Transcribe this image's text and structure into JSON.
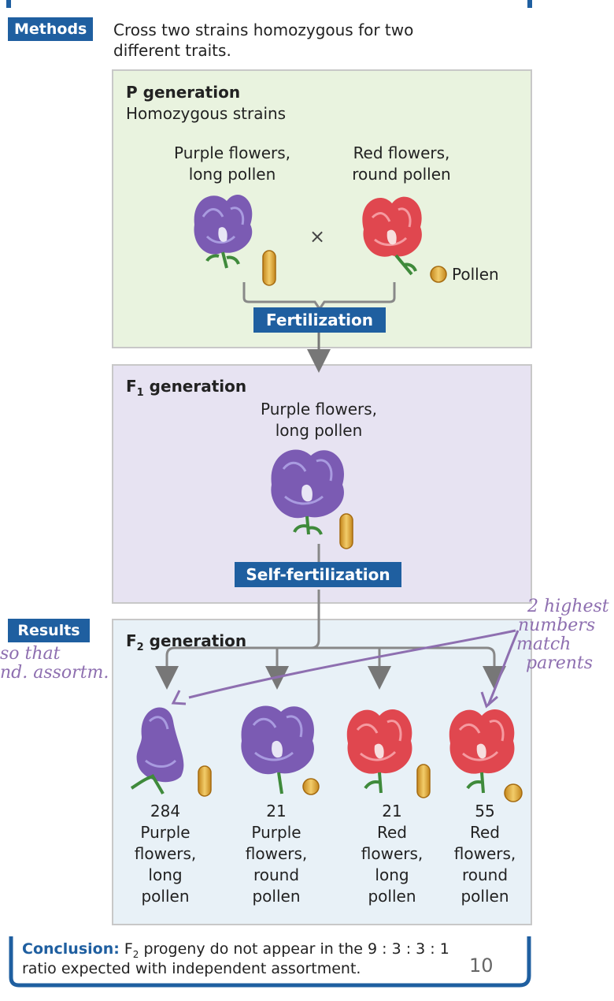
{
  "methods": {
    "tag": "Methods",
    "text_line1": "Cross two strains homozygous for two",
    "text_line2": "different traits."
  },
  "p_generation": {
    "title": "P generation",
    "subtitle": "Homozygous strains",
    "parent1_line1": "Purple flowers,",
    "parent1_line2": "long pollen",
    "parent2_line1": "Red flowers,",
    "parent2_line2": "round pollen",
    "cross_symbol": "×",
    "pollen_label": "Pollen",
    "fertilization_label": "Fertilization"
  },
  "f1_generation": {
    "title_prefix": "F",
    "title_sub": "1",
    "title_suffix": " generation",
    "pheno_line1": "Purple flowers,",
    "pheno_line2": "long pollen",
    "self_fert_label": "Self-fertilization"
  },
  "results": {
    "tag": "Results",
    "title_prefix": "F",
    "title_sub": "2",
    "title_suffix": " generation",
    "progeny": [
      {
        "count": "284",
        "l1": "Purple",
        "l2": "flowers,",
        "l3": "long",
        "l4": "pollen",
        "color": "purple",
        "pollen": "long"
      },
      {
        "count": "21",
        "l1": "Purple",
        "l2": "flowers,",
        "l3": "round",
        "l4": "pollen",
        "color": "purple",
        "pollen": "round"
      },
      {
        "count": "21",
        "l1": "Red",
        "l2": "flowers,",
        "l3": "long",
        "l4": "pollen",
        "color": "red",
        "pollen": "long"
      },
      {
        "count": "55",
        "l1": "Red",
        "l2": "flowers,",
        "l3": "round",
        "l4": "pollen",
        "color": "red",
        "pollen": "round"
      }
    ]
  },
  "conclusion": {
    "label": "Conclusion:",
    "line1_a": " F",
    "line1_sub": "2",
    "line1_b": " progeny do not appear in the 9 : 3 : 3 : 1",
    "line2": "ratio expected with independent assortment.",
    "page_number": "10"
  },
  "handwritten": {
    "left_line1": "so  that",
    "left_line2": "nd. assortm.",
    "right_line1": "2 highest",
    "right_line2": "numbers",
    "right_line3": "match",
    "right_line4": "parents"
  },
  "colors": {
    "accent_blue": "#1f5fa0",
    "purple_flower": "#7b5bb3",
    "red_flower": "#e0474f",
    "pollen": "#e0a530",
    "annotation": "#8e6fb0"
  }
}
